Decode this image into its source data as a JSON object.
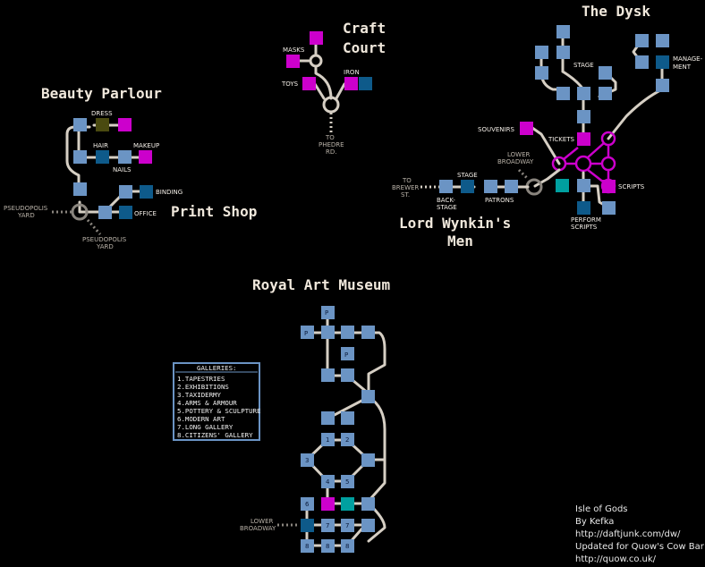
{
  "colors": {
    "light": "#6b94c4",
    "dark": "#0e5a8a",
    "magenta": "#cc00cc",
    "path": "#d6cfc4"
  },
  "titles": {
    "beauty": "Beauty Parlour",
    "craft1": "Craft",
    "craft2": "Court",
    "dysk": "The Dysk",
    "print": "Print Shop",
    "wynkin1": "Lord Wynkin's",
    "wynkin2": "Men",
    "museum": "Royal Art Museum"
  },
  "labels": {
    "dress": "DRESS",
    "hair": "HAIR",
    "makeup": "MAKEUP",
    "nails": "NAILS",
    "binding": "BINDING",
    "office": "OFFICE",
    "pyard1": "PSEUDOPOLIS",
    "pyard1b": "YARD",
    "pyard2": "PSEUDOPOLIS",
    "pyard2b": "YARD",
    "masks": "MASKS",
    "toys": "TOYS",
    "iron": "IRON",
    "tophedre1": "TO",
    "tophedre2": "PHEDRE",
    "tophedre3": "RD.",
    "stage_dysk": "STAGE",
    "management1": "MANAGE-",
    "management2": "MENT",
    "souvenirs": "SOUVENIRS",
    "tickets": "TICKETS",
    "scripts": "SCRIPTS",
    "perform1": "PERFORM",
    "perform2": "SCRIPTS",
    "lowerbroadway1": "LOWER",
    "lowerbroadway2": "BROADWAY",
    "tobrewer1": "TO",
    "tobrewer2": "BREWER",
    "tobrewer3": "ST.",
    "stage_w": "STAGE",
    "backstage1": "BACK-",
    "backstage2": "STAGE",
    "patrons": "PATRONS",
    "lb_museum1": "LOWER",
    "lb_museum2": "BROADWAY"
  },
  "legend": {
    "title": "GALLERIES:",
    "items": [
      "1.TAPESTRIES",
      "2.EXHIBITIONS",
      "3.TAXIDERMY",
      "4.ARMS & ARMOUR",
      "5.POTTERY & SCULPTURE",
      "6.MODERN ART",
      "7.LONG GALLERY",
      "8.CITIZENS' GALLERY"
    ]
  },
  "credits": [
    "Isle of Gods",
    "By Kefka",
    "http://daftjunk.com/dw/",
    "Updated for Quow's Cow Bar",
    "http://quow.co.uk/"
  ],
  "museum_nums": {
    "p1": "P",
    "p2": "P",
    "p3": "P",
    "g1": "1",
    "g2": "2",
    "g3": "3",
    "g4": "4",
    "g5": "5",
    "g6": "6",
    "g7a": "7",
    "g7b": "7",
    "g8a": "8",
    "g8b": "8",
    "g8c": "8"
  }
}
